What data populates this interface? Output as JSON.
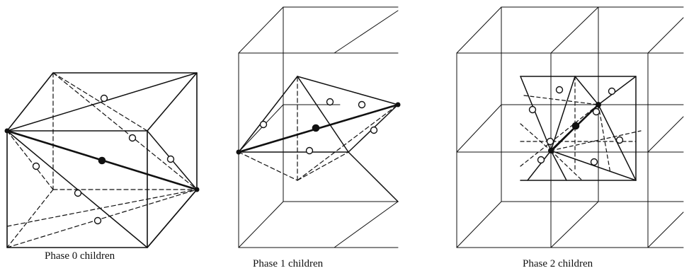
{
  "panels": [
    {
      "caption": "Phase 0 children"
    },
    {
      "caption": "Phase 1 children"
    },
    {
      "caption": "Phase 2 children"
    }
  ]
}
